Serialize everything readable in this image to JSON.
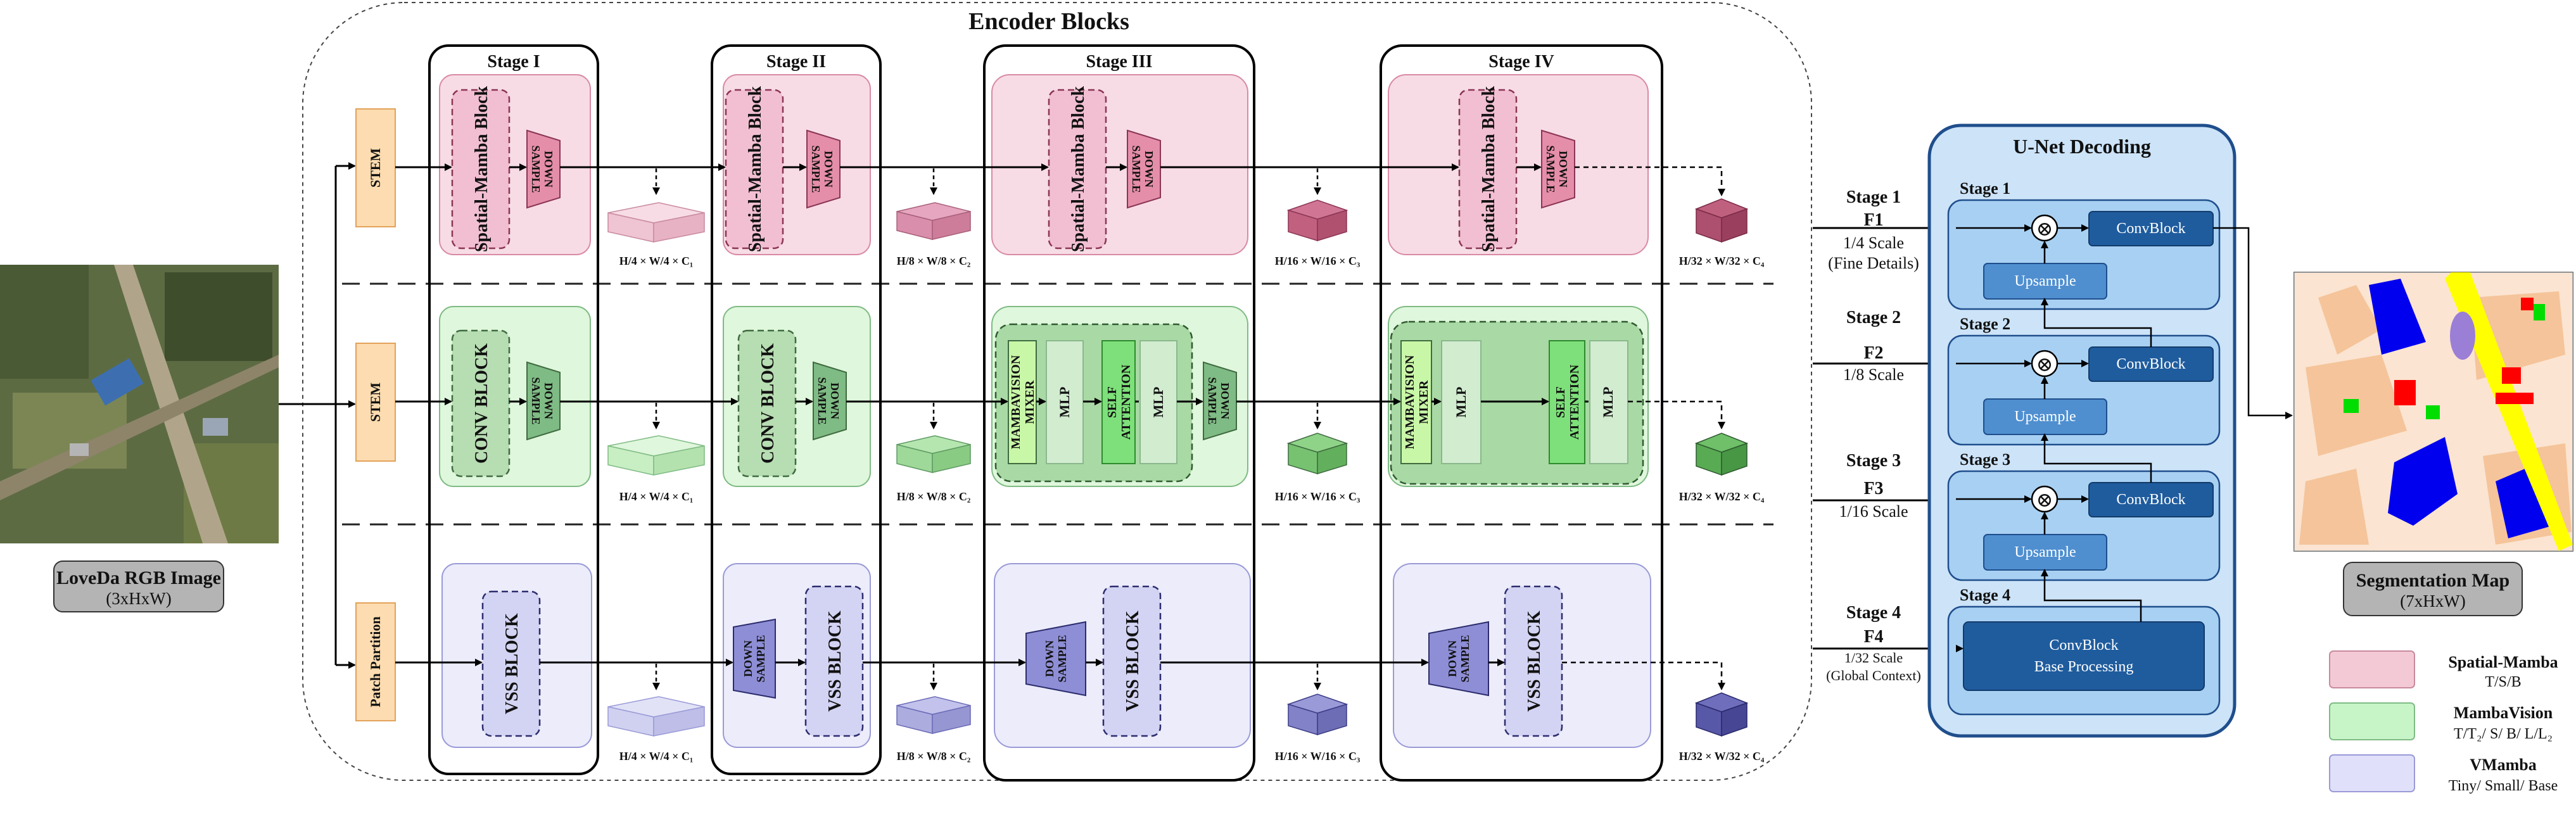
{
  "title": "Encoder Blocks",
  "input": {
    "name": "LoveDa RGB Image",
    "dims": "(3xHxW)"
  },
  "output": {
    "name": "Segmentation Map",
    "dims": "(7xHxW)"
  },
  "stem_labels": [
    "STEM",
    "STEM",
    "Patch Partition"
  ],
  "stages": [
    "Stage I",
    "Stage II",
    "Stage III",
    "Stage IV"
  ],
  "blocks": {
    "spatial_mamba": "Spatial-Mamba Block",
    "down_sample_1": "DOWN",
    "down_sample_2": "SAMPLE",
    "conv_block": "CONV BLOCK",
    "mambavision_mixer_1": "MAMBAVISION",
    "mambavision_mixer_2": "MIXER",
    "mlp": "MLP",
    "self_attention_1": "SELF",
    "self_attention_2": "ATTENTION",
    "vss_block": "VSS BLOCK"
  },
  "dims": [
    "H/4 × W/4 × C₁",
    "H/8 × W/8 × C₂",
    "H/16 × W/16 × C₃",
    "H/32 × W/32 × C₄"
  ],
  "skips": [
    {
      "stage": "Stage 1",
      "feat": "F1",
      "scale": "1/4 Scale",
      "note": "(Fine Details)"
    },
    {
      "stage": "Stage 2",
      "feat": "F2",
      "scale": "1/8 Scale",
      "note": ""
    },
    {
      "stage": "Stage 3",
      "feat": "F3",
      "scale": "1/16 Scale",
      "note": ""
    },
    {
      "stage": "Stage 4",
      "feat": "F4",
      "scale": "1/32 Scale",
      "note": "(Global Context)"
    }
  ],
  "decoder": {
    "title": "U-Net Decoding",
    "stages": [
      "Stage 1",
      "Stage 2",
      "Stage 3",
      "Stage 4"
    ],
    "convblock": "ConvBlock",
    "upsample": "Upsample",
    "base_1": "ConvBlock",
    "base_2": "Base Processing",
    "multiply": "⊗"
  },
  "legend": [
    {
      "name": "Spatial-Mamba",
      "variants": "T/S/B",
      "color": "#f4c9d6"
    },
    {
      "name": "MambaVision",
      "variants": "T/T₂/ S/ B/ L/L₂",
      "color": "#c8f5c8"
    },
    {
      "name": "VMamba",
      "variants": "Tiny/ Small/ Base",
      "color": "#e0e0fa"
    }
  ],
  "colors": {
    "pink_bg": "#f7dce5",
    "pink_block": "#f2bfd2",
    "pink_down": "#e58ea9",
    "green_bg": "#dff7dc",
    "green_block": "#b7ddb2",
    "green_down": "#7fbb84",
    "purple_bg": "#ececfb",
    "purple_block": "#d3d3f3",
    "purple_down": "#8e8ed6",
    "stem": "#fcdcb0",
    "decoder_bg": "#cce3f8",
    "decoder_stage": "#a8d0f2",
    "decoder_block": "#1f5c9e",
    "upsample": "#4f8fd0"
  }
}
